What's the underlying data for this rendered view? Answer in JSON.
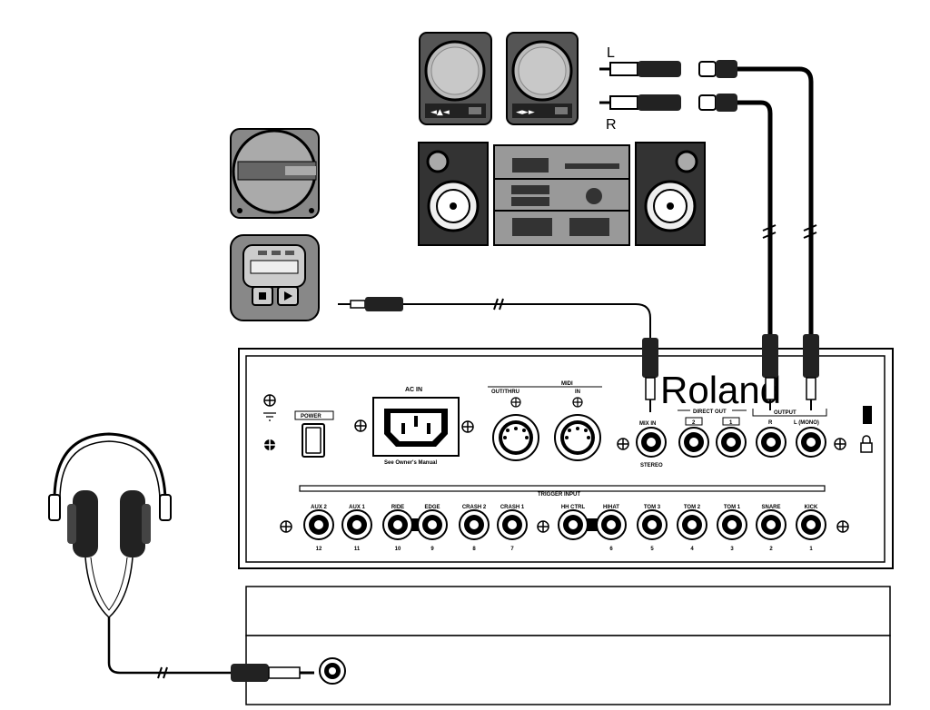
{
  "speaker_labels": {
    "left": "L",
    "right": "R"
  },
  "brand": "Roland",
  "panel": {
    "power": "POWER",
    "ac_in": "AC IN",
    "ac_note": "See Owner's Manual",
    "midi": "MIDI",
    "midi_out": "OUT/THRU",
    "midi_in": "IN",
    "mix_in": "MIX IN",
    "mix_in_sub": "STEREO",
    "direct_out": "DIRECT OUT",
    "direct_out_2": "2",
    "direct_out_1": "1",
    "output": "OUTPUT",
    "output_r": "R",
    "output_l": "L (MONO)",
    "trigger_input": "TRIGGER INPUT"
  },
  "trigger_jacks": [
    {
      "name": "AUX 2",
      "num": "12"
    },
    {
      "name": "AUX 1",
      "num": "11"
    },
    {
      "name": "RIDE",
      "num": "10"
    },
    {
      "name": "EDGE",
      "num": "9"
    },
    {
      "name": "CRASH 2",
      "num": "8"
    },
    {
      "name": "CRASH 1",
      "num": "7"
    },
    {
      "name": "HH CTRL",
      "num": ""
    },
    {
      "name": "HIHAT",
      "num": "6"
    },
    {
      "name": "TOM 3",
      "num": "5"
    },
    {
      "name": "TOM 2",
      "num": "4"
    },
    {
      "name": "TOM 1",
      "num": "3"
    },
    {
      "name": "SNARE",
      "num": "2"
    },
    {
      "name": "KICK",
      "num": "1"
    }
  ]
}
